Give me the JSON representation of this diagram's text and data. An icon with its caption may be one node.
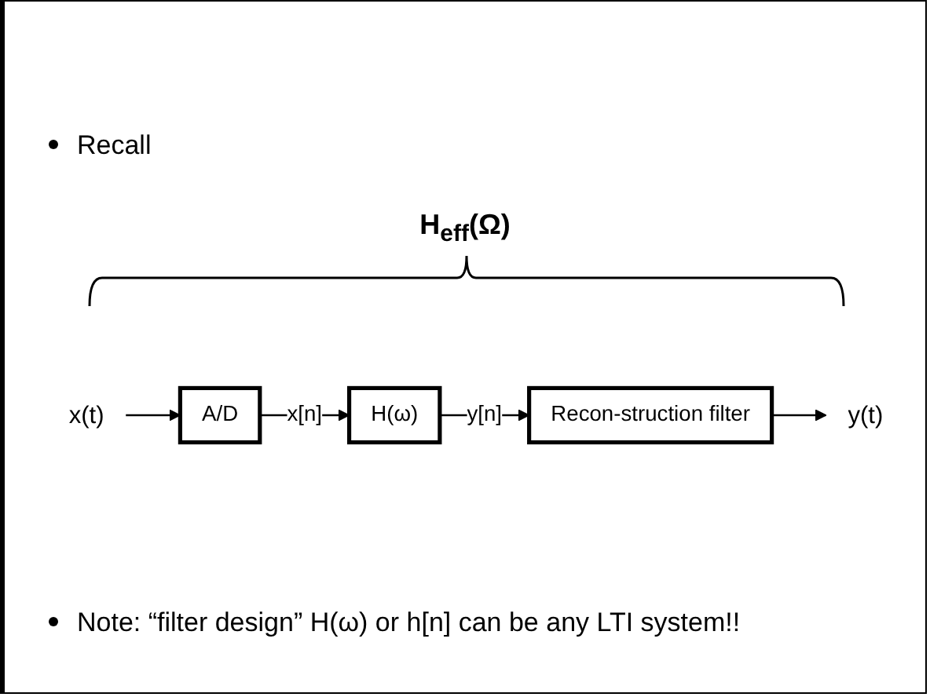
{
  "diagram": {
    "nodes": [
      {
        "text": [
          "x(t)"
        ]
      },
      {
        "text": [
          "A/D"
        ]
      },
      {
        "text": [
          "H(ω)"
        ]
      },
      {
        "text": [
          "Recon-struction filter"
        ]
      },
      {
        "text": [
          "y(t)"
        ]
      }
    ],
    "edges": [
      {
        "from": 0,
        "to": 1,
        "arrow": "to"
      },
      {
        "from": 1,
        "to": 2,
        "arrow": "to",
        "label": "x[n]"
      },
      {
        "from": 2,
        "to": 3,
        "arrow": "to",
        "label": "y[n]"
      },
      {
        "from": 3,
        "to": 4,
        "arrow": "to"
      }
    ],
    "labels": [
      "Recall",
      "H$_{eff}$(Ω)",
      "Note: “filter design” H(ω) or h[n] can be any LTI system!!"
    ]
  }
}
